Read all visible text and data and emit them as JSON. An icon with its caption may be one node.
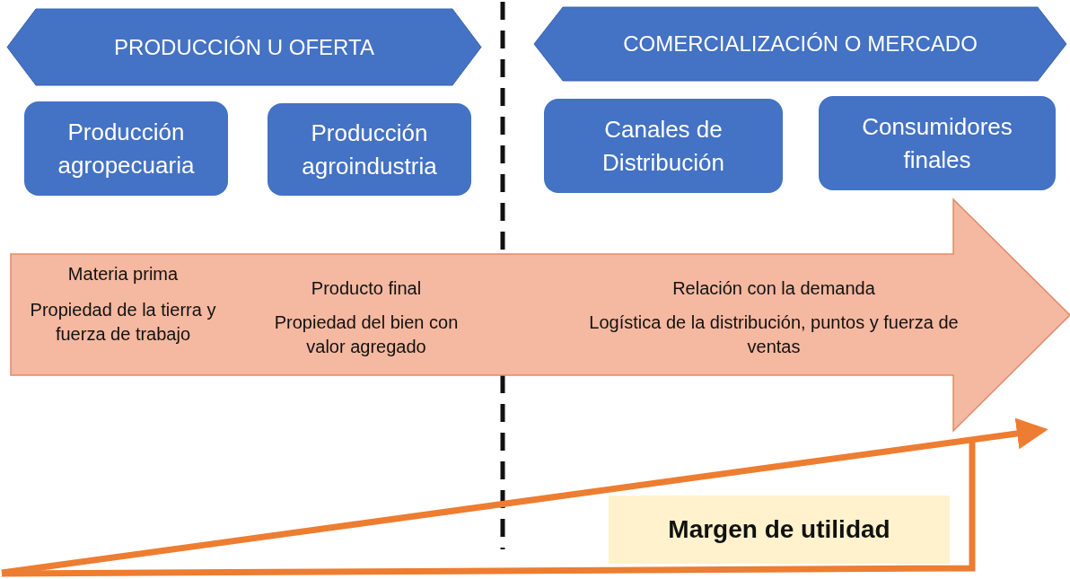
{
  "diagram": {
    "nodes": [
      {
        "text": [
          "PRODUCCIÓN U OFERTA"
        ]
      },
      {
        "text": [
          "COMERCIALIZACIÓN O MERCADO"
        ]
      },
      {
        "text": [
          "Producción agropecuaria"
        ]
      },
      {
        "text": [
          "Producción agroindustria"
        ]
      },
      {
        "text": [
          "Canales de Distribución"
        ]
      },
      {
        "text": [
          "Consumidores finales"
        ]
      },
      {
        "text": [
          "Materia prima",
          "Propiedad de la tierra y fuerza de trabajo",
          "Producto final",
          "Propiedad del bien con valor agregado",
          "Relación con la demanda",
          "Logística de la distribución, puntos y fuerza de ventas"
        ]
      },
      {
        "text": [
          "Margen de utilidad"
        ]
      }
    ]
  }
}
